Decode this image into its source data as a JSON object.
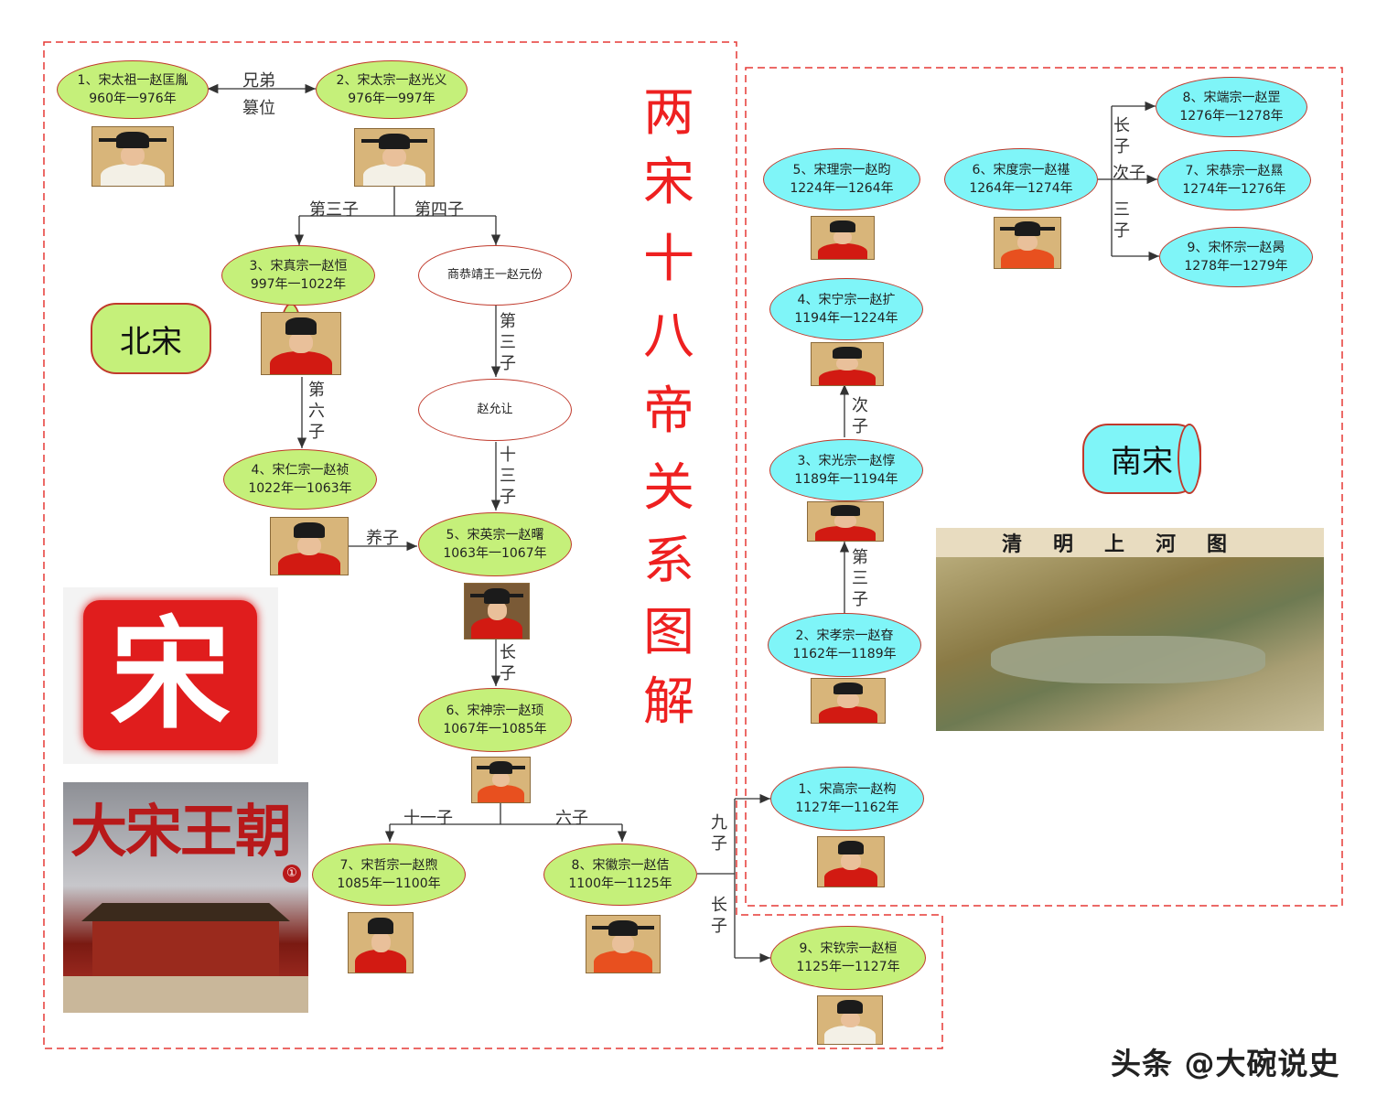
{
  "title_chars": [
    "两",
    "宋",
    "十",
    "八",
    "帝",
    "关",
    "系",
    "图",
    "解"
  ],
  "sections": {
    "north": "北宋",
    "south": "南宋"
  },
  "north_nodes": {
    "n1": {
      "name": "1、宋太祖一赵匡胤",
      "years": "960年一976年"
    },
    "n2": {
      "name": "2、宋太宗一赵光义",
      "years": "976年一997年"
    },
    "n3": {
      "name": "3、宋真宗一赵恒",
      "years": "997年一1022年"
    },
    "gong": {
      "name": "商恭靖王一赵元份"
    },
    "yun": {
      "name": "赵允让"
    },
    "n4": {
      "name": "4、宋仁宗一赵祯",
      "years": "1022年一1063年"
    },
    "n5": {
      "name": "5、宋英宗一赵曙",
      "years": "1063年一1067年"
    },
    "n6": {
      "name": "6、宋神宗一赵顼",
      "years": "1067年一1085年"
    },
    "n7": {
      "name": "7、宋哲宗一赵煦",
      "years": "1085年一1100年"
    },
    "n8": {
      "name": "8、宋徽宗一赵佶",
      "years": "1100年一1125年"
    },
    "n9": {
      "name": "9、宋钦宗一赵桓",
      "years": "1125年一1127年"
    }
  },
  "south_nodes": {
    "s1": {
      "name": "1、宋高宗一赵构",
      "years": "1127年一1162年"
    },
    "s2": {
      "name": "2、宋孝宗一赵昚",
      "years": "1162年一1189年"
    },
    "s3": {
      "name": "3、宋光宗一赵惇",
      "years": "1189年一1194年"
    },
    "s4": {
      "name": "4、宋宁宗一赵扩",
      "years": "1194年一1224年"
    },
    "s5": {
      "name": "5、宋理宗一赵昀",
      "years": "1224年一1264年"
    },
    "s6": {
      "name": "6、宋度宗一赵禥",
      "years": "1264年一1274年"
    },
    "s7": {
      "name": "7、宋恭宗一赵㬎",
      "years": "1274年一1276年"
    },
    "s8": {
      "name": "8、宋端宗一赵罡",
      "years": "1276年一1278年"
    },
    "s9": {
      "name": "9、宋怀宗一赵昺",
      "years": "1278年一1279年"
    }
  },
  "edge_labels": {
    "brothers": "兄弟",
    "usurp": "篡位",
    "third_son": "第三子",
    "fourth_son": "第四子",
    "third_son_v": "第三子",
    "sixth_son_v": "第六子",
    "thirteenth_v": "十三子",
    "adopted": "养子",
    "eldest_v": "长子",
    "eleventh": "十一子",
    "sixth": "六子",
    "ninth_v": "九子",
    "eldest_qin_v": "长子",
    "second_v": "次子",
    "third_xiao_v": "第三子",
    "eldest_s8_v": "长子",
    "second_s7": "次子",
    "third_s9_v": "三子"
  },
  "images": {
    "song_seal": "宋",
    "dynasty_book": "大宋王朝",
    "dynasty_badge": "①",
    "painting_title": "清明上河图"
  },
  "watermark": "头条 @大碗说史",
  "colors": {
    "north_fill": "#c5f07a",
    "south_fill": "#7ff5f8",
    "border": "#c0392b",
    "dashed_frame": "#e53935",
    "title": "#ee2020"
  }
}
